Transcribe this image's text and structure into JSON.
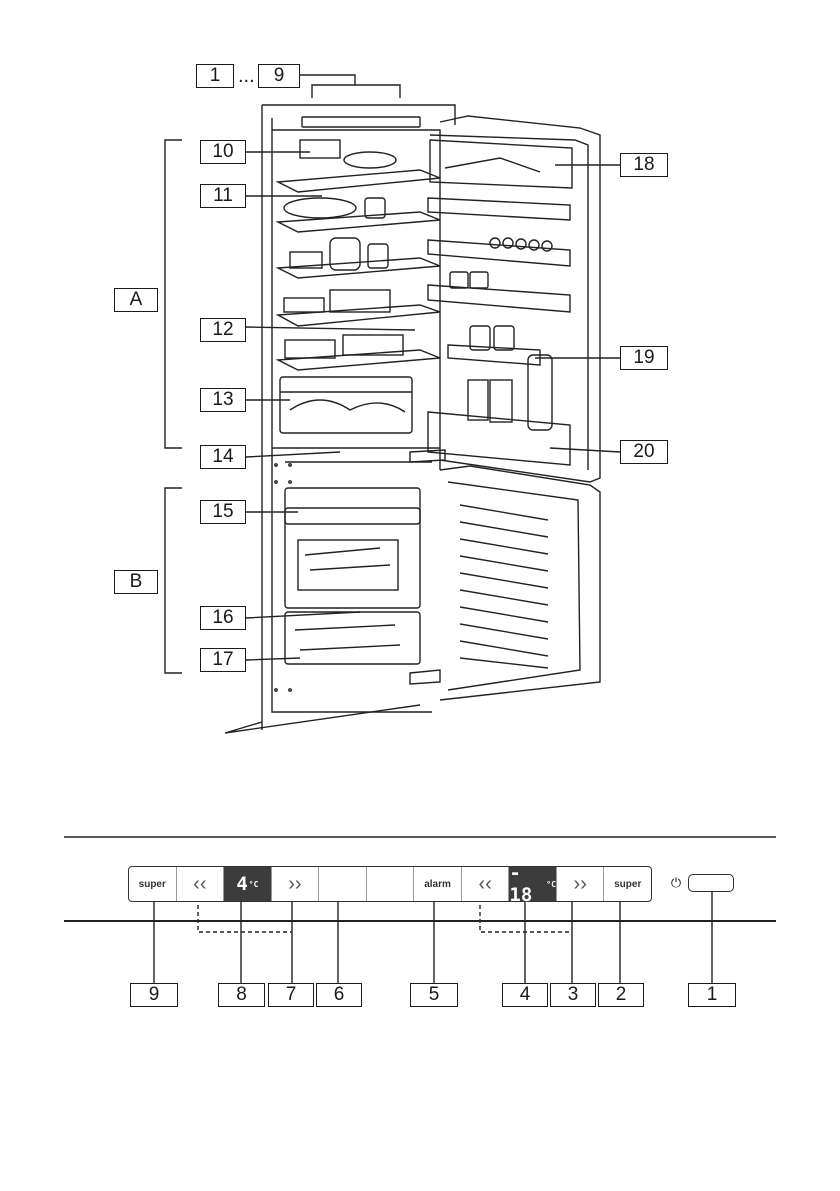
{
  "top_range": {
    "start": "1",
    "ellipsis": "...",
    "end": "9"
  },
  "section_labels": [
    "A",
    "B"
  ],
  "callouts_left": [
    "10",
    "11",
    "12",
    "13",
    "14",
    "15",
    "16",
    "17"
  ],
  "callouts_right": [
    "18",
    "19",
    "20"
  ],
  "panel": {
    "segments": [
      "super",
      "‹‹",
      "4",
      "››",
      "",
      "",
      "alarm",
      "‹‹",
      "- 18",
      "››",
      "super"
    ],
    "unit": "°C",
    "power_icon": "power-icon"
  },
  "panel_callouts": [
    "9",
    "8",
    "7",
    "6",
    "5",
    "4",
    "3",
    "2",
    "1"
  ]
}
